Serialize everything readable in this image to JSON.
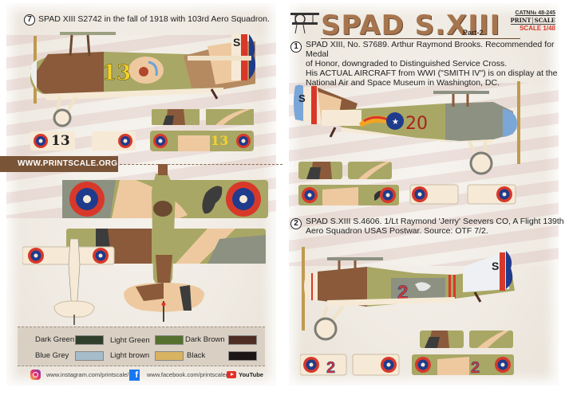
{
  "left_page": {
    "profile_7": {
      "number": "7",
      "caption": "SPAD XIII S2742 in the fall of 1918 with 103rd Aero Squadron.",
      "side_number": "13",
      "tail_letter": "S"
    },
    "decals": {
      "wing_left_number": "13",
      "wing_right_number": "13"
    },
    "website_banner": "WWW.PRINTSCALE.ORG",
    "color_legend": [
      {
        "label": "Dark Green",
        "color": "#2f3f2c"
      },
      {
        "label": "Light Green",
        "color": "#55702f"
      },
      {
        "label": "Dark Brown",
        "color": "#4e2e22"
      },
      {
        "label": "Blue Grey",
        "color": "#a6bccb"
      },
      {
        "label": "Light brown",
        "color": "#d9b362"
      },
      {
        "label": "Black",
        "color": "#1c1616"
      }
    ],
    "social": {
      "instagram": "www.instagram.com/printscale/",
      "facebook": "www.facebook.com/printscale/",
      "youtube": "YouTube"
    }
  },
  "right_page": {
    "title": "SPAD S.XIII",
    "part": "Part-2",
    "catalog_number": "CATN№ 48-245",
    "brand": "PRINT│SCALE",
    "scale": "SCALE 1/48",
    "profile_1": {
      "number": "1",
      "caption_lines": [
        "SPAD XIII, No. S7689. Arthur Raymond Brooks.  Recommended for Medal",
        "of Honor, downgraded to Distinguished Service Cross.",
        "His ACTUAL AIRCRAFT from WWI (\"SMITH IV\") is on display at the",
        "National Air and Space Museum in Washington, DC."
      ],
      "side_number": "20",
      "tail_letter": "S"
    },
    "profile_2": {
      "number": "2",
      "caption_lines": [
        "SPAD S.XIII S.4606. 1/Lt Raymond 'Jerry' Seevers CO, A Flight 139th",
        "Aero Squadron USAS Postwar. Source: OTF 7/2."
      ],
      "side_number": "2",
      "tail_letter": "S",
      "wing_left_number": "2",
      "wing_right_number": "2"
    }
  },
  "colors": {
    "brand_brown": "#7a5437",
    "title_brown": "#a6754e",
    "scale_red": "#d33a2c",
    "roundel_red": "#d8382a",
    "roundel_blue": "#1f3b8c",
    "olive": "#a9a765",
    "tan": "#eec9a0",
    "camo_brown": "#8a5a3a",
    "grey_green": "#8c9182",
    "cream": "#f6ead6"
  }
}
